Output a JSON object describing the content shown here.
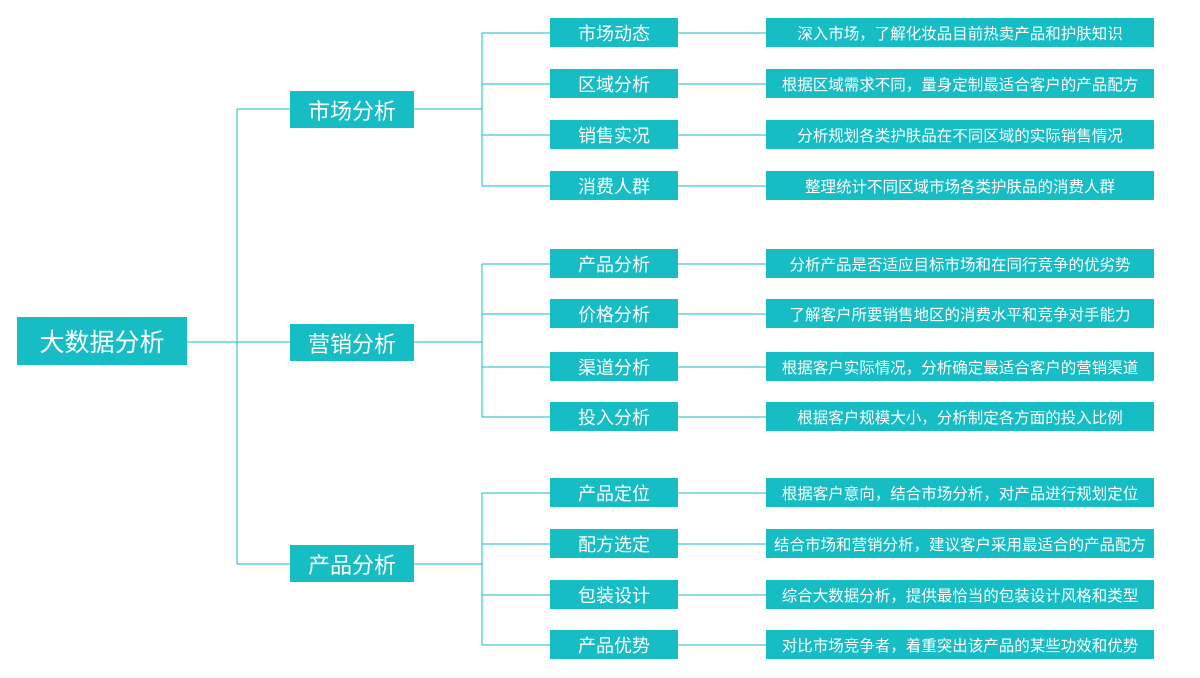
{
  "root": "大数据分析",
  "categories": [
    {
      "label": "市场分析",
      "items": [
        {
          "label": "市场动态",
          "desc": "深入市场，了解化妆品目前热卖产品和护肤知识"
        },
        {
          "label": "区域分析",
          "desc": "根据区域需求不同，量身定制最适合客户的产品配方"
        },
        {
          "label": "销售实况",
          "desc": "分析规划各类护肤品在不同区域的实际销售情况"
        },
        {
          "label": "消费人群",
          "desc": "整理统计不同区域市场各类护肤品的消费人群"
        }
      ]
    },
    {
      "label": "营销分析",
      "items": [
        {
          "label": "产品分析",
          "desc": "分析产品是否适应目标市场和在同行竞争的优劣势"
        },
        {
          "label": "价格分析",
          "desc": "了解客户所要销售地区的消费水平和竞争对手能力"
        },
        {
          "label": "渠道分析",
          "desc": "根据客户实际情况，分析确定最适合客户的营销渠道"
        },
        {
          "label": "投入分析",
          "desc": "根据客户规模大小，分析制定各方面的投入比例"
        }
      ]
    },
    {
      "label": "产品分析",
      "items": [
        {
          "label": "产品定位",
          "desc": "根据客户意向，结合市场分析，对产品进行规划定位"
        },
        {
          "label": "配方选定",
          "desc": "结合市场和营销分析，建议客户采用最适合的产品配方"
        },
        {
          "label": "包装设计",
          "desc": "综合大数据分析，提供最恰当的包装设计风格和类型"
        },
        {
          "label": "产品优势",
          "desc": "对比市场竞争者，着重突出该产品的某些功效和优势"
        }
      ]
    }
  ],
  "colors": {
    "accent": "#16bdc4",
    "line": "#16bdc4",
    "text": "#ffffff"
  }
}
